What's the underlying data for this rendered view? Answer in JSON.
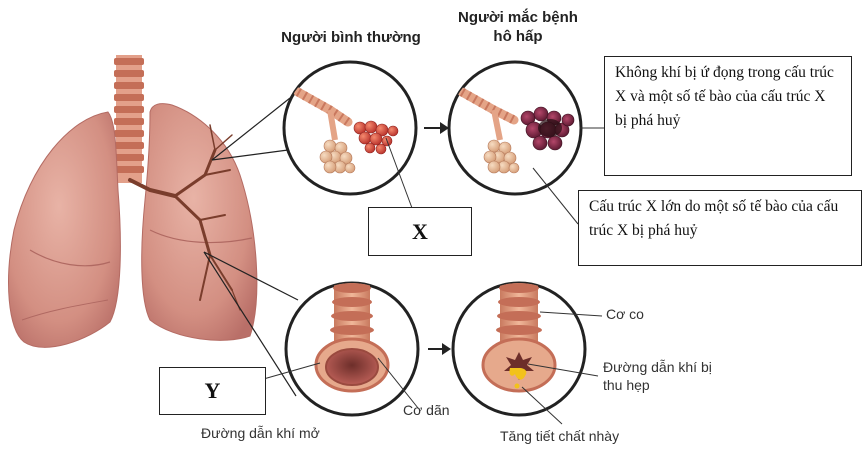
{
  "headers": {
    "normal": "Người bình thường",
    "disease": "Người mắc bệnh hô hấp"
  },
  "boxes": {
    "x_letter": "X",
    "y_letter": "Y",
    "callout_top": "Không khí bị ứ đọng trong cấu trúc X và một số tế bào của cấu trúc X bị phá huỷ",
    "callout_middle": "Cấu trúc X lớn do một số tế bào của cấu trúc X bị phá huỷ"
  },
  "labels": {
    "open_airway": "Đường dẫn khí mở",
    "relaxed_muscle": "Cơ dãn",
    "contracted_muscle": "Cơ co",
    "narrowed_airway": "Đường dẫn khí bị thu hẹp",
    "mucus": "Tăng tiết chất nhày"
  },
  "colors": {
    "lung": "#d99a8c",
    "lung_dark": "#b86e66",
    "airway": "#e4a487",
    "airway_band": "#c9785e",
    "alveoli": "#e7b894",
    "alveoli_red": "#d7473c",
    "bronchi": "#7a3d2c",
    "mucus": "#f2c21b"
  }
}
